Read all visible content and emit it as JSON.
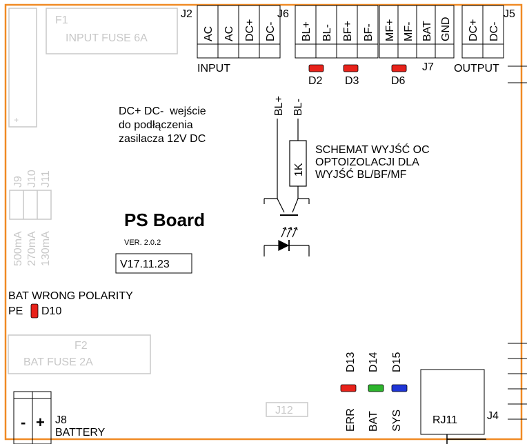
{
  "fuses": {
    "f1": {
      "ref": "F1",
      "label": "INPUT FUSE 6A"
    },
    "f2": {
      "ref": "F2",
      "label": "BAT FUSE 2A"
    }
  },
  "connectors": {
    "j2": {
      "ref": "J2",
      "pins": [
        "AC",
        "AC",
        "DC+",
        "DC-"
      ],
      "label": "INPUT"
    },
    "j6": {
      "ref": "J6",
      "pins": [
        "BL+",
        "BL-",
        "BF+",
        "BF-"
      ]
    },
    "j7": {
      "ref": "J7",
      "pins": [
        "MF+",
        "MF-",
        "BAT",
        "GND"
      ]
    },
    "j5": {
      "ref": "J5",
      "pins": [
        "DC+",
        "DC-"
      ],
      "label": "OUTPUT"
    },
    "jumpers": {
      "refs": [
        "J9",
        "J10",
        "J11"
      ],
      "currents": [
        "500mA",
        "270mA",
        "130mA"
      ]
    },
    "j8": {
      "ref": "J8",
      "minus": "-",
      "plus": "+",
      "label": "BATTERY"
    },
    "j12": {
      "ref": "J12"
    },
    "j4": {
      "ref": "J4",
      "label": "RJ11"
    }
  },
  "leds_top": [
    "D2",
    "D3",
    "D6"
  ],
  "input_note": [
    "DC+ DC-  wejście",
    "do podłączenia",
    "zasilacza 12V DC"
  ],
  "schematic": {
    "pin_plus": "BL+",
    "pin_minus": "BL-",
    "resistor": "1K",
    "caption": [
      "SCHEMAT WYJŚĆ OC",
      "OPTOIZOLACJI DLA",
      "WYJŚĆ BL/BF/MF"
    ]
  },
  "board": {
    "title": "PS Board",
    "version": "VER. 2.0.2",
    "date": "V17.11.23"
  },
  "polarity": {
    "title": "BAT WRONG POLARITY",
    "pe": "PE",
    "led": "D10"
  },
  "status_leds": [
    {
      "ref": "D13",
      "label": "ERR",
      "color": "#e8221a"
    },
    {
      "ref": "D14",
      "label": "BAT",
      "color": "#2db52d"
    },
    {
      "ref": "D15",
      "label": "SYS",
      "color": "#1f35d6"
    }
  ],
  "colors": {
    "board_outline": "#f08a24",
    "led_red": "#e8221a",
    "silk_gray": "#c8c8c8"
  }
}
